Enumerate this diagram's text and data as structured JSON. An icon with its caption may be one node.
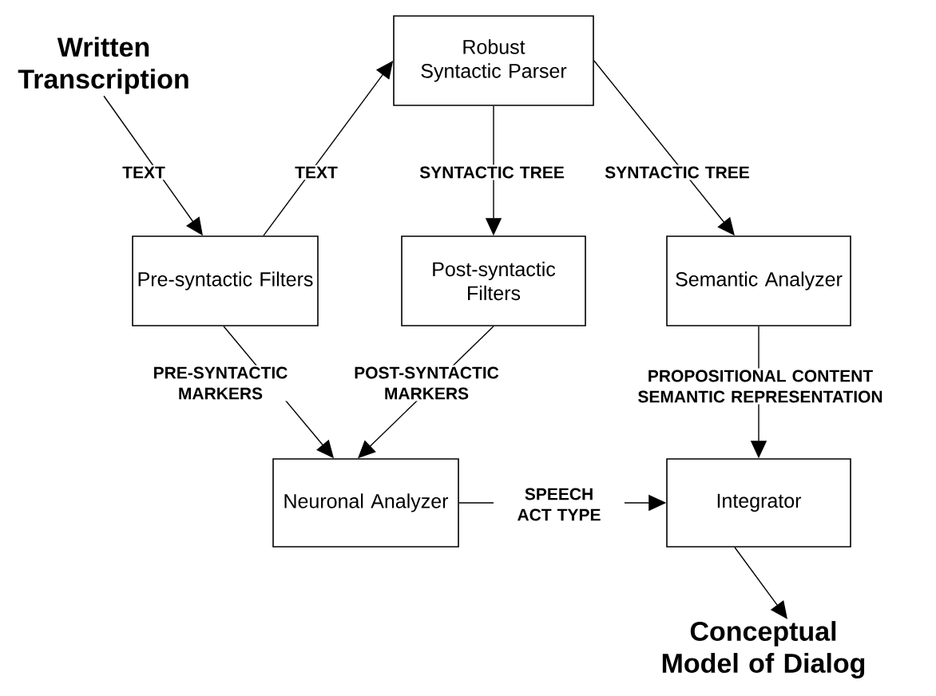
{
  "diagram": {
    "nodes": [
      {
        "text": [
          "Written Transcription"
        ]
      },
      {
        "text": [
          "Robust Syntactic Parser"
        ]
      },
      {
        "text": [
          "Pre-syntactic Filters"
        ]
      },
      {
        "text": [
          "Post-syntactic Filters"
        ]
      },
      {
        "text": [
          "Semantic Analyzer"
        ]
      },
      {
        "text": [
          "Neuronal Analyzer"
        ]
      },
      {
        "text": [
          "Integrator"
        ]
      },
      {
        "text": [
          "Conceptual Model of Dialog"
        ]
      }
    ],
    "edges": [
      {
        "from": 0,
        "to": 2,
        "arrow": "to",
        "label": "TEXT"
      },
      {
        "from": 2,
        "to": 1,
        "arrow": "to",
        "label": "TEXT"
      },
      {
        "from": 1,
        "to": 3,
        "arrow": "to",
        "label": "SYNTACTIC  TREE"
      },
      {
        "from": 1,
        "to": 4,
        "arrow": "to",
        "label": "SYNTACTIC TREE"
      },
      {
        "from": 2,
        "to": 5,
        "arrow": "to",
        "label": "PRE-SYNTACTIC MARKERS"
      },
      {
        "from": 3,
        "to": 5,
        "arrow": "to",
        "label": "POST-SYNTACTIC MARKERS"
      },
      {
        "from": 4,
        "to": 6,
        "arrow": "to",
        "label": "PROPOSITIONAL CONTENT SEMANTIC REPRESENTATION"
      },
      {
        "from": 5,
        "to": 6,
        "arrow": "to",
        "label": "SPEECH ACT TYPE"
      },
      {
        "from": 6,
        "to": 7,
        "arrow": "to"
      }
    ]
  }
}
